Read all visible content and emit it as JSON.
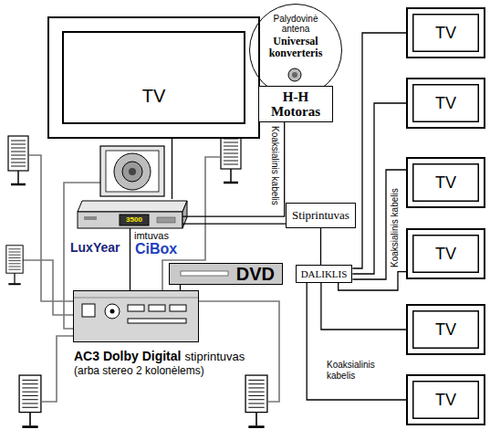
{
  "diagram": {
    "nodes": [
      {
        "text": [
          "TV"
        ]
      },
      {
        "text": [
          "Palydovinė antena",
          "Universal konverteris"
        ]
      },
      {
        "text": [
          "H-H Motoras"
        ]
      },
      {
        "text": [
          "3500",
          "imtuvas",
          "LuxYear",
          "CiBox"
        ]
      },
      {
        "text": [
          "DVD"
        ]
      },
      {
        "text": [
          "AC3 Dolby Digital",
          "stiprintuvas",
          "(arba stereo 2 kolonėlems)"
        ]
      },
      {
        "text": [
          "Stiprintuvas"
        ]
      },
      {
        "text": [
          "DALIKLIS"
        ]
      },
      {
        "text": [
          "TV"
        ]
      },
      {
        "text": [
          "TV"
        ]
      },
      {
        "text": [
          "TV"
        ]
      },
      {
        "text": [
          "TV"
        ]
      },
      {
        "text": [
          "TV"
        ]
      },
      {
        "text": [
          "TV"
        ]
      }
    ],
    "edges": [
      {
        "from": 2,
        "to": 3,
        "label": "Koaksialinis kabelis",
        "arrow": "none"
      },
      {
        "from": 3,
        "to": 0,
        "arrow": "none"
      },
      {
        "from": 3,
        "to": 6,
        "arrow": "none"
      },
      {
        "from": 6,
        "to": 7,
        "arrow": "none"
      },
      {
        "from": 7,
        "to": 8,
        "arrow": "none"
      },
      {
        "from": 7,
        "to": 9,
        "arrow": "none"
      },
      {
        "from": 7,
        "to": 10,
        "label": "Koaksialinis kabelis",
        "arrow": "none"
      },
      {
        "from": 7,
        "to": 11,
        "arrow": "none"
      },
      {
        "from": 7,
        "to": 12,
        "arrow": "none"
      },
      {
        "from": 7,
        "to": 13,
        "label": "Koaksialinis kabelis",
        "arrow": "none"
      },
      {
        "from": 3,
        "to": 5,
        "arrow": "none"
      },
      {
        "from": 4,
        "to": 5,
        "arrow": "none"
      }
    ]
  }
}
